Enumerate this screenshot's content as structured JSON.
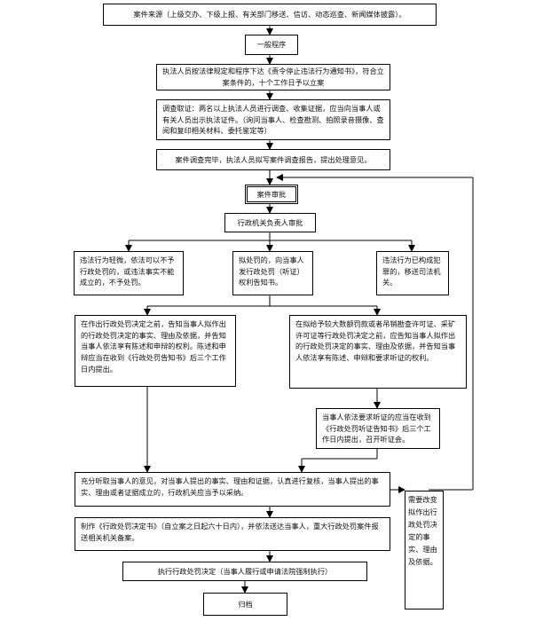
{
  "nodes": {
    "source": "案件来源（上级交办、下级上报、有关部门移送、信访、动态巡查、新闻媒体披露）。",
    "general": "一般程序",
    "notice": "执法人员按法律规定和程序下达《责令停止违法行为通知书》，符合立案条件的，十个工作日予以立案",
    "investigate": "调查取证：两名以上执法人员进行调查、收集证据，应当向当事人或有关人员出示执法证件。（询问当事人、检查勘测、拍照录音摄像、查阅和复印相关材料、委托鉴定等）",
    "report": "案件调查完毕，执法人员拟写案件调查报告，提出处理意见。",
    "review": "案件审批",
    "head_review": "行政机关负责人审批",
    "minor": "违法行为轻微，依法可以不予行政处罚的，或违法事实不能成立的，不予处罚。",
    "propose": "拟处罚的，向当事人发行政处罚（听证）权利告知书。",
    "crime": "违法行为已构成犯罪的，移送司法机关。",
    "inform_left": "在作出行政处罚决定之前，告知当事人拟作出的行政处罚决定的事实、理由及依据，并告知当事人依法享有陈述和申辩的权利。陈述和申辩应当在收到《行政处罚告知书》后三个工作日内提出。",
    "inform_right": "在拟给予较大数额罚款或者吊销勘查许可证、采矿许可证等行政处罚决定之前，应告知当事人拟作出的行政处罚决定的事实、理由及依据，并告知当事人依法享有陈述、申辩和要求听证的权利。",
    "hearing": "当事人依法要求听证的应当在收到《行政处罚听证告知书》后三个工作日内提出，召开听证会。",
    "listen": "充分听取当事人的意见，对当事人提出的事实、理由和证据，认真进行复核，当事人提出的事实、理由或者证据成立的，行政机关应当予以采纳。",
    "decision": "制作《行政处罚决定书》（自立案之日起六十日内），并依法送达当事人，重大行政处罚案件报送相关机关备案。",
    "execute": "执行行政处罚决定（当事人履行或申请法院强制执行）",
    "archive": "归档",
    "side": "需要改变拟作出行政处罚决定的事实、理由及依据。"
  }
}
